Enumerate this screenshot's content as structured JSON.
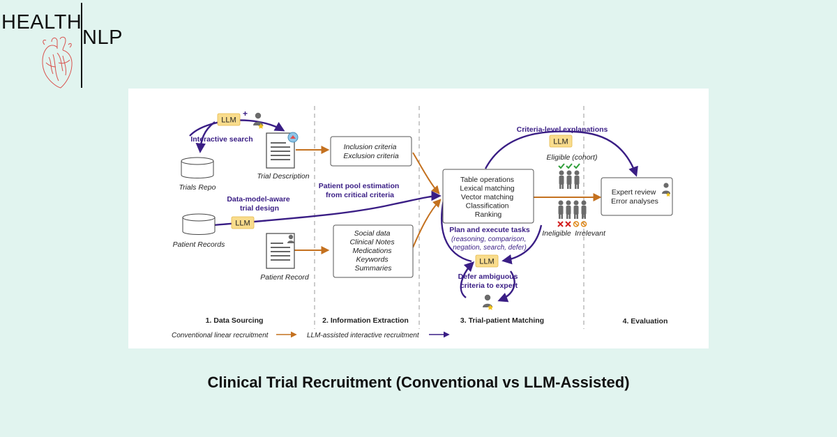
{
  "logo": {
    "word1": "HEALTH",
    "word2": "NLP"
  },
  "caption": "Clinical Trial Recruitment (Conventional vs LLM-Assisted)",
  "diagram": {
    "llm_label": "LLM",
    "plus_sign": "+",
    "interactive_search": "Interactive search",
    "trials_repo": "Trials Repo",
    "trial_description": "Trial Description",
    "data_model_aware": [
      "Data-model-aware",
      "trial design"
    ],
    "patient_records": "Patient Records",
    "patient_record": "Patient Record",
    "criteria": [
      "Inclusion criteria",
      "Exclusion criteria"
    ],
    "patient_pool": [
      "Patient pool estimation",
      "from critical criteria"
    ],
    "patient_info": [
      "Social data",
      "Clinical Notes",
      "Medications",
      "Keywords",
      "Summaries"
    ],
    "matching_ops": [
      "Table operations",
      "Lexical matching",
      "Vector matching",
      "Classification",
      "Ranking"
    ],
    "plan_execute": "Plan and execute  tasks",
    "plan_details": [
      "(reasoning, comparison,",
      "negation, search, defer)"
    ],
    "defer": [
      "Defer ambiguous",
      "criteria to expert"
    ],
    "criteria_explanations": "Criteria-level explanations",
    "eligible": "Eligible (cohort)",
    "ineligible": "Ineligible",
    "irrelevant": "Irrelevant",
    "expert_box": [
      "Expert review",
      "Error analyses"
    ],
    "sections": [
      "1. Data Sourcing",
      "2. Information Extraction",
      "3. Trial-patient Matching",
      "4. Evaluation"
    ],
    "legend": {
      "conventional": "Conventional linear recruitment",
      "llm_assisted": "LLM-assisted interactive recruitment"
    },
    "colors": {
      "orange": "#c4711f",
      "purple": "#3a1e85",
      "llm_fill": "#f9dc8c",
      "person": "#6b6b6b",
      "check": "#2f9e3a",
      "cross": "#d22020",
      "star": "#f2c21a"
    }
  }
}
